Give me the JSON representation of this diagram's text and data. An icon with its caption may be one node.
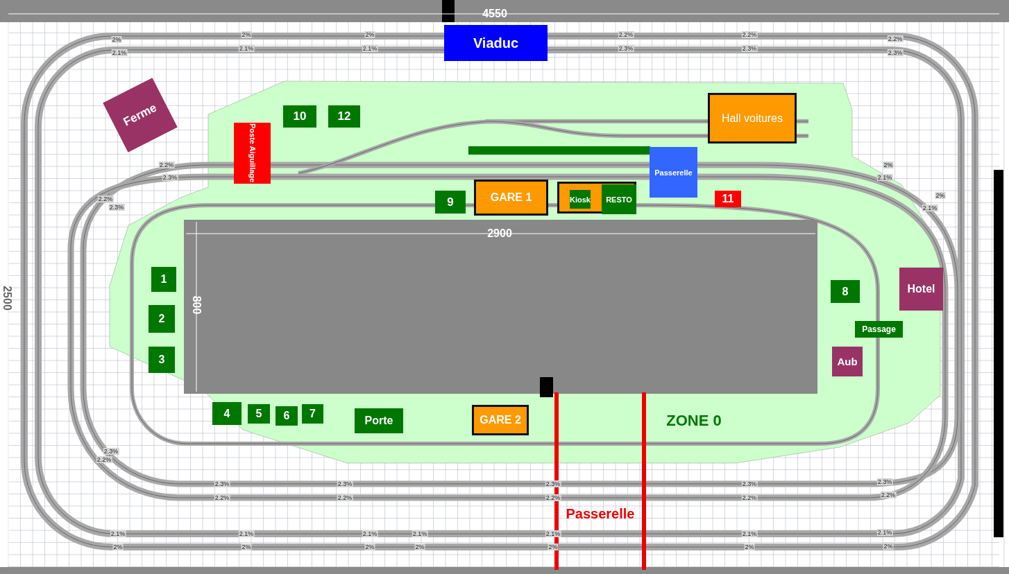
{
  "diagram": {
    "nodes": [
      {
        "text": [
          "Viaduc"
        ]
      },
      {
        "text": [
          "Ferme"
        ]
      },
      {
        "text": [
          "Poste Aiguillage"
        ]
      },
      {
        "text": [
          "10"
        ]
      },
      {
        "text": [
          "12"
        ]
      },
      {
        "text": [
          "Hall voitures"
        ]
      },
      {
        "text": [
          "Passerelle"
        ]
      },
      {
        "text": [
          "GARE 1"
        ]
      },
      {
        "text": [],
        "shape": "box"
      },
      {
        "text": [
          "Kiosk"
        ],
        "in": 8
      },
      {
        "text": [
          "RESTO"
        ],
        "in": 8
      },
      {
        "text": [
          "9"
        ]
      },
      {
        "text": [
          "11"
        ]
      },
      {
        "text": [
          "1"
        ]
      },
      {
        "text": [
          "2"
        ]
      },
      {
        "text": [
          "3"
        ]
      },
      {
        "text": [
          "8"
        ]
      },
      {
        "text": [
          "Hotel"
        ]
      },
      {
        "text": [
          "Passage"
        ]
      },
      {
        "text": [
          "Aub"
        ]
      },
      {
        "text": [
          "4"
        ]
      },
      {
        "text": [
          "5"
        ]
      },
      {
        "text": [
          "6"
        ]
      },
      {
        "text": [
          "7"
        ]
      },
      {
        "text": [
          "Porte"
        ]
      },
      {
        "text": [
          "GARE 2"
        ]
      }
    ],
    "edges": [],
    "labels": [
      "4550",
      "2500",
      "2900",
      "800",
      "ZONE 0",
      "Passerelle",
      "2%",
      "2%",
      "2%",
      "2.2%",
      "2.2%",
      "2.2%",
      "2.1%",
      "2.1%",
      "2.1%",
      "2.3%",
      "2.3%",
      "2.3%",
      "2.2%",
      "2.3%",
      "2.2%",
      "2.3%",
      "2%",
      "2.1%",
      "2%",
      "2.1%",
      "2.3%",
      "2.3%",
      "2.3%",
      "2.3%",
      "2.3%",
      "2.3%",
      "2.2%",
      "2.2%",
      "2.2%",
      "2.2%",
      "2.2%",
      "2.2%",
      "2.1%",
      "2.1%",
      "2.1%",
      "2.1%",
      "2.1%",
      "2.1%",
      "2.1%",
      "2%",
      "2%",
      "2%",
      "2%",
      "2%",
      "2%",
      "2%"
    ]
  }
}
